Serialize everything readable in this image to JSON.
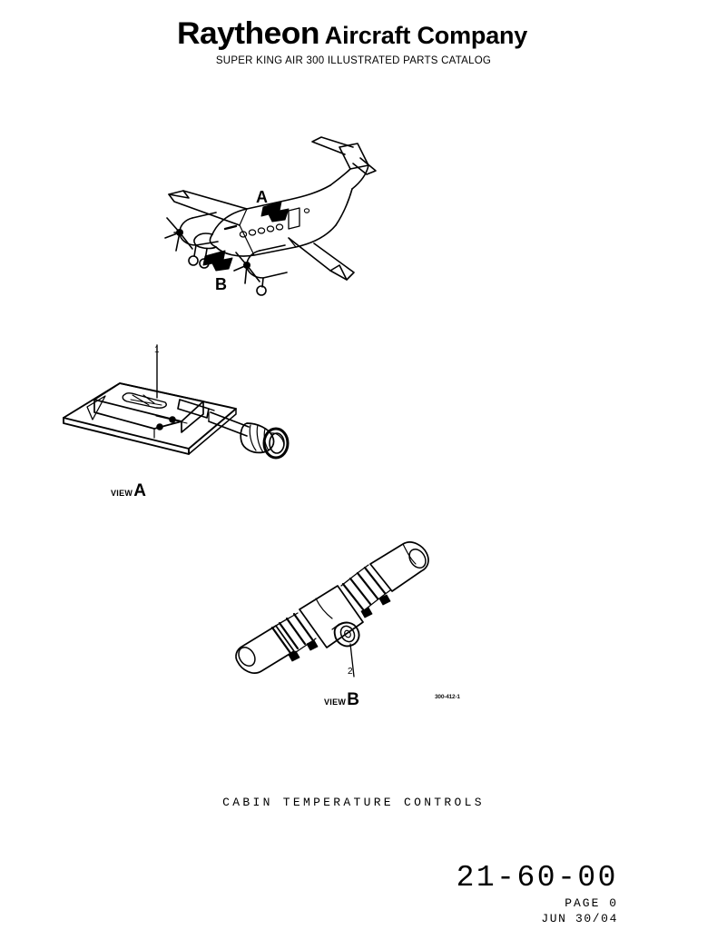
{
  "header": {
    "brand_mark": "Raytheon",
    "brand_rest": "Aircraft Company",
    "subtitle": "SUPER KING AIR 300 ILLUSTRATED PARTS CATALOG"
  },
  "illustrations": {
    "aircraft_locator": {
      "name": "aircraft-locator-diagram",
      "description": "Three-quarter isometric line drawing of a Super King Air 300 twin turboprop with solid black arrow callouts marking detail view locations",
      "callouts": [
        {
          "letter": "A",
          "location": "upper fuselage aft of wing"
        },
        {
          "letter": "B",
          "location": "lower forward fuselage below wing root"
        }
      ]
    },
    "view_a": {
      "name": "view-a-illustration",
      "description": "Cabin temperature sensor assembly mounted on a bracket plate with grille opening and threaded electrical connector on flexible lead",
      "label_word": "VIEW",
      "label_letter": "A",
      "callout": "1"
    },
    "view_b": {
      "name": "view-b-illustration",
      "description": "Air duct assembly with hose clamps and a duct-mounted temperature sensor boss",
      "label_word": "VIEW",
      "label_letter": "B",
      "callout": "2"
    }
  },
  "drawing_number": "300-412-1",
  "figure_title": "CABIN TEMPERATURE CONTROLS",
  "footer": {
    "chapter": "21-60-00",
    "page": "PAGE 0",
    "date": "JUN 30/04"
  }
}
